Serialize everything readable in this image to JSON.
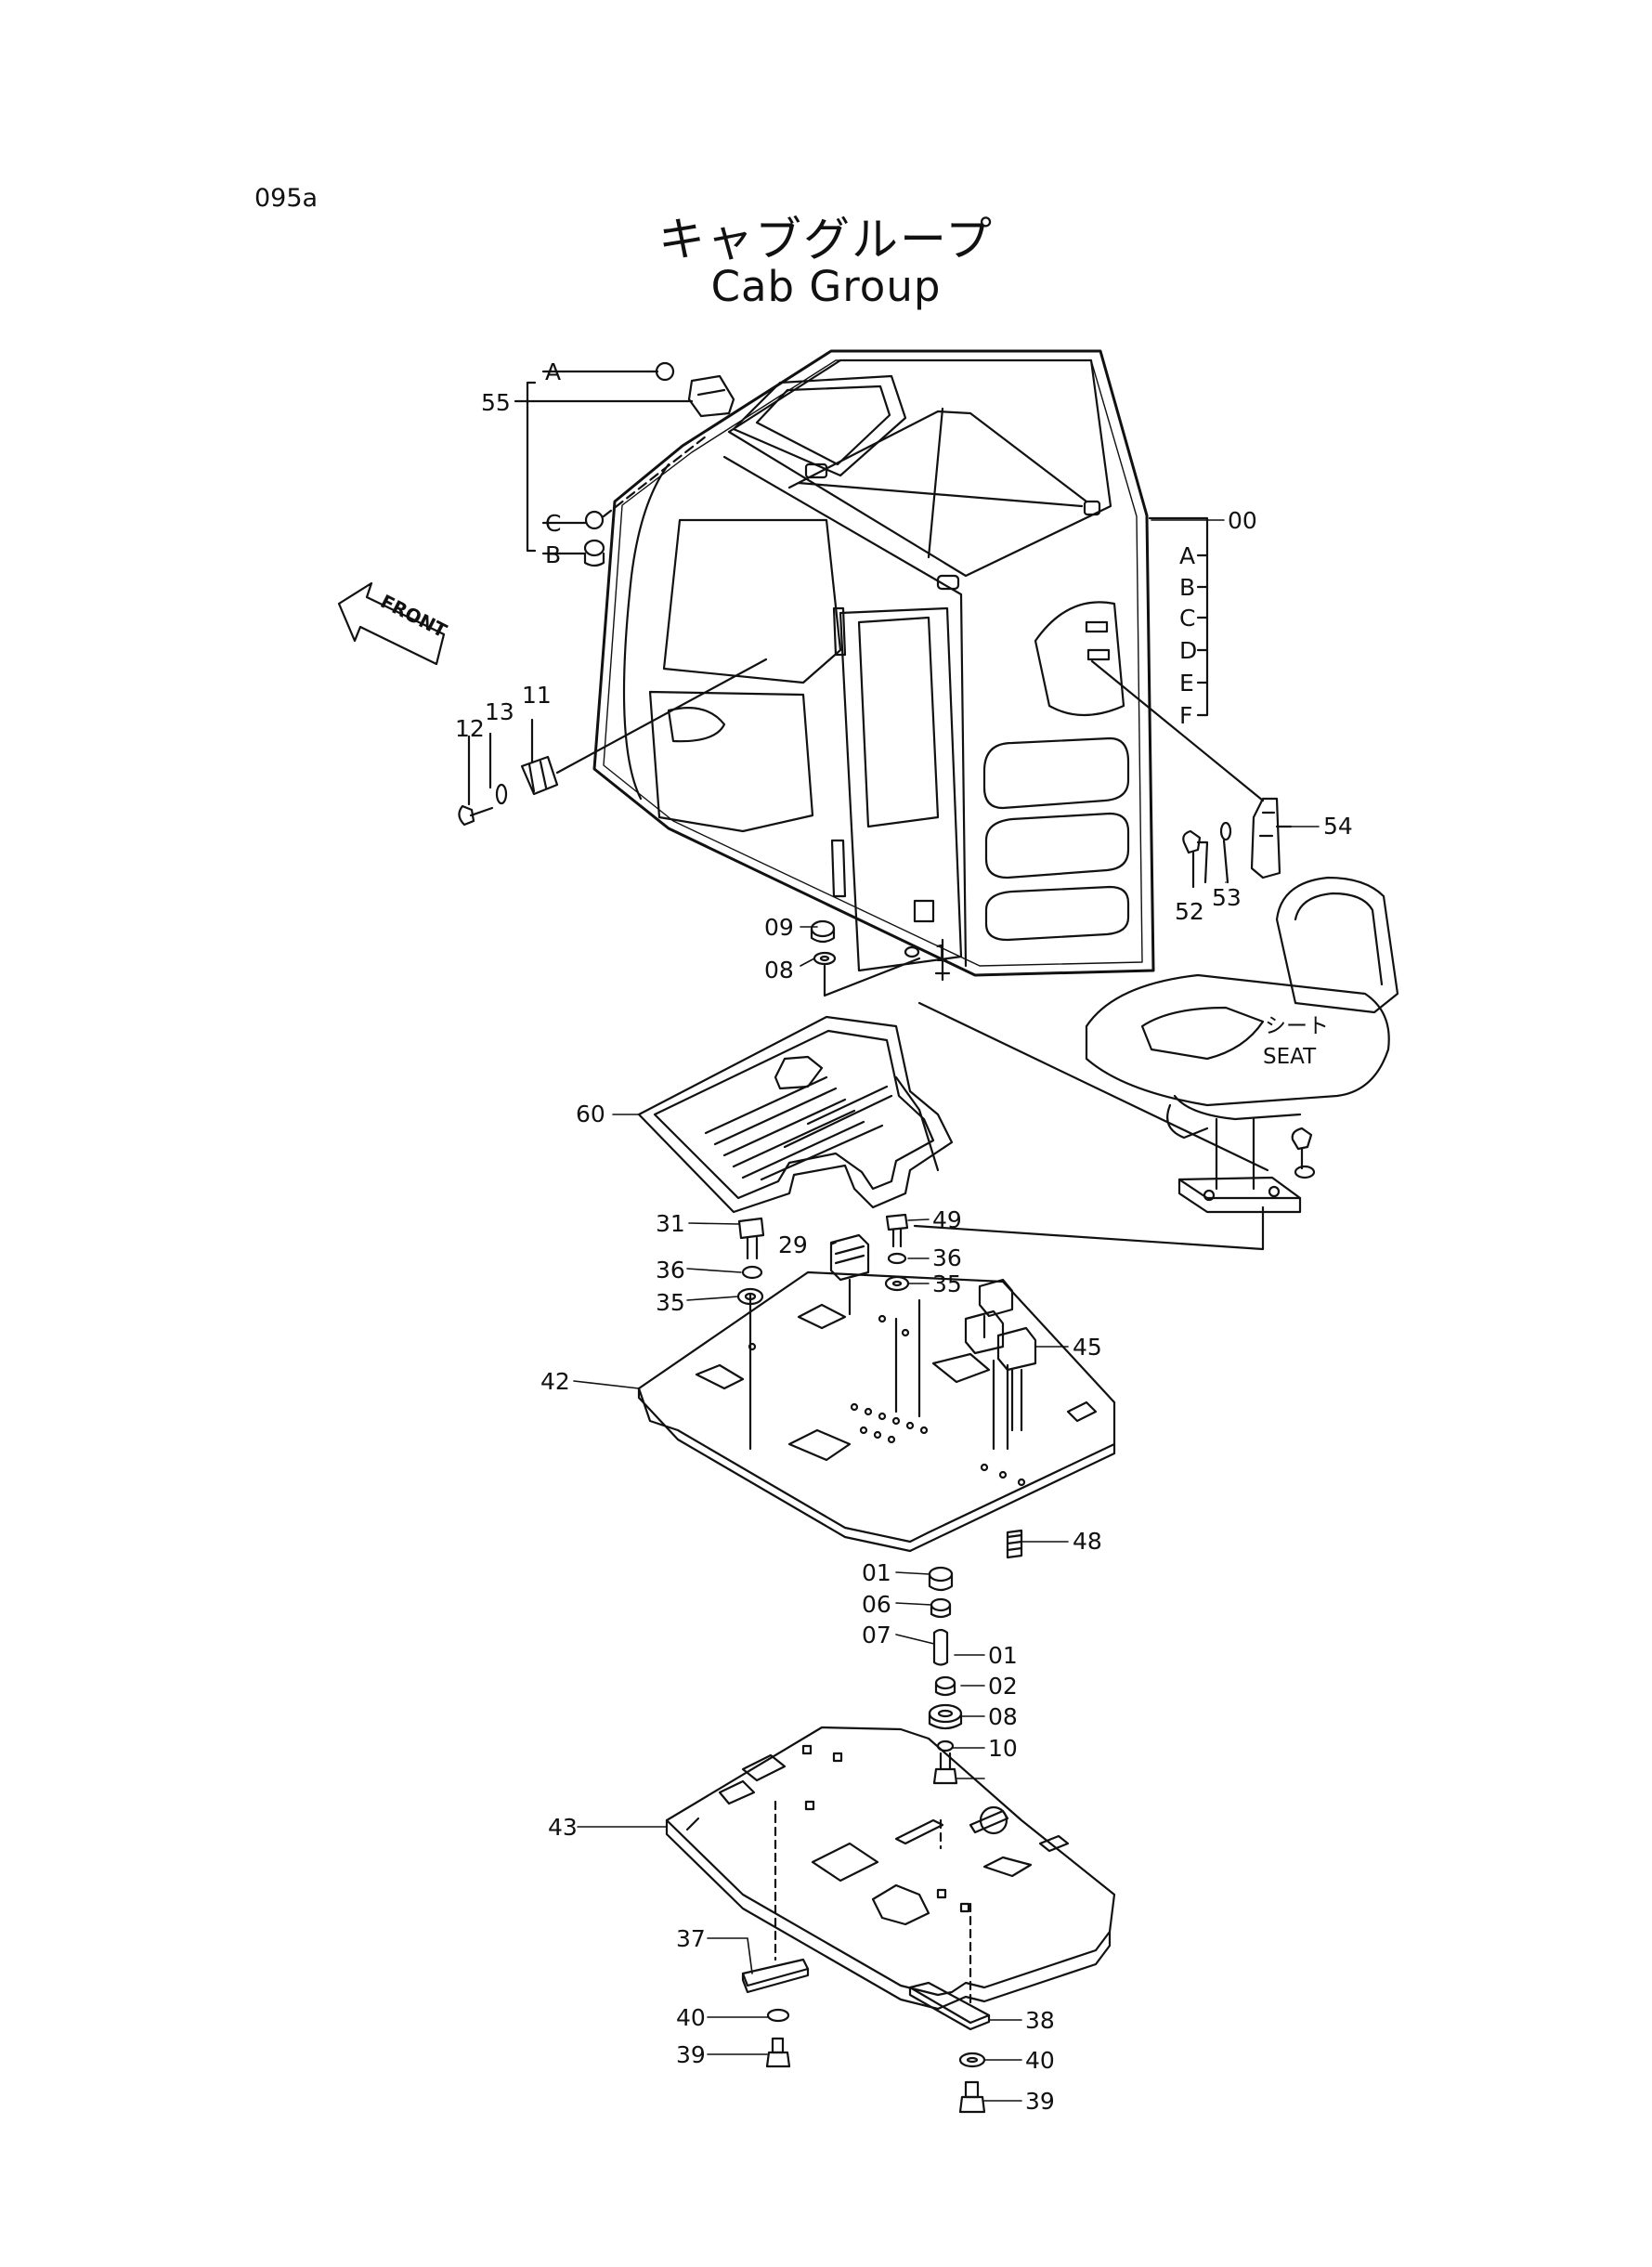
{
  "page_code": "095a",
  "title_jp": "キャブグループ",
  "title_en": "Cab Group",
  "front_label": "FRONT",
  "seat_label_jp": "シート",
  "seat_label_en": "SEAT",
  "group_55_letters": [
    "A",
    "C",
    "B"
  ],
  "group_00_letters": [
    "A",
    "B",
    "C",
    "D",
    "E",
    "F"
  ],
  "labels": {
    "p55": "55",
    "p00": "00",
    "p11": "11",
    "p12": "12",
    "p13": "13",
    "p09": "09",
    "p08a": "08",
    "p1": "1",
    "p54": "54",
    "p52": "52",
    "p53": "53",
    "p60": "60",
    "p31": "31",
    "p36a": "36",
    "p35a": "35",
    "p29": "29",
    "p49": "49",
    "p36b": "36",
    "p35b": "35",
    "p45": "45",
    "p42": "42",
    "p48": "48",
    "p01a": "01",
    "p06": "06",
    "p07": "07",
    "p01b": "01",
    "p02": "02",
    "p08b": "08",
    "p10": "10",
    "p43": "43",
    "p37": "37",
    "p40a": "40",
    "p39a": "39",
    "p38": "38",
    "p40b": "40",
    "p39b": "39"
  }
}
